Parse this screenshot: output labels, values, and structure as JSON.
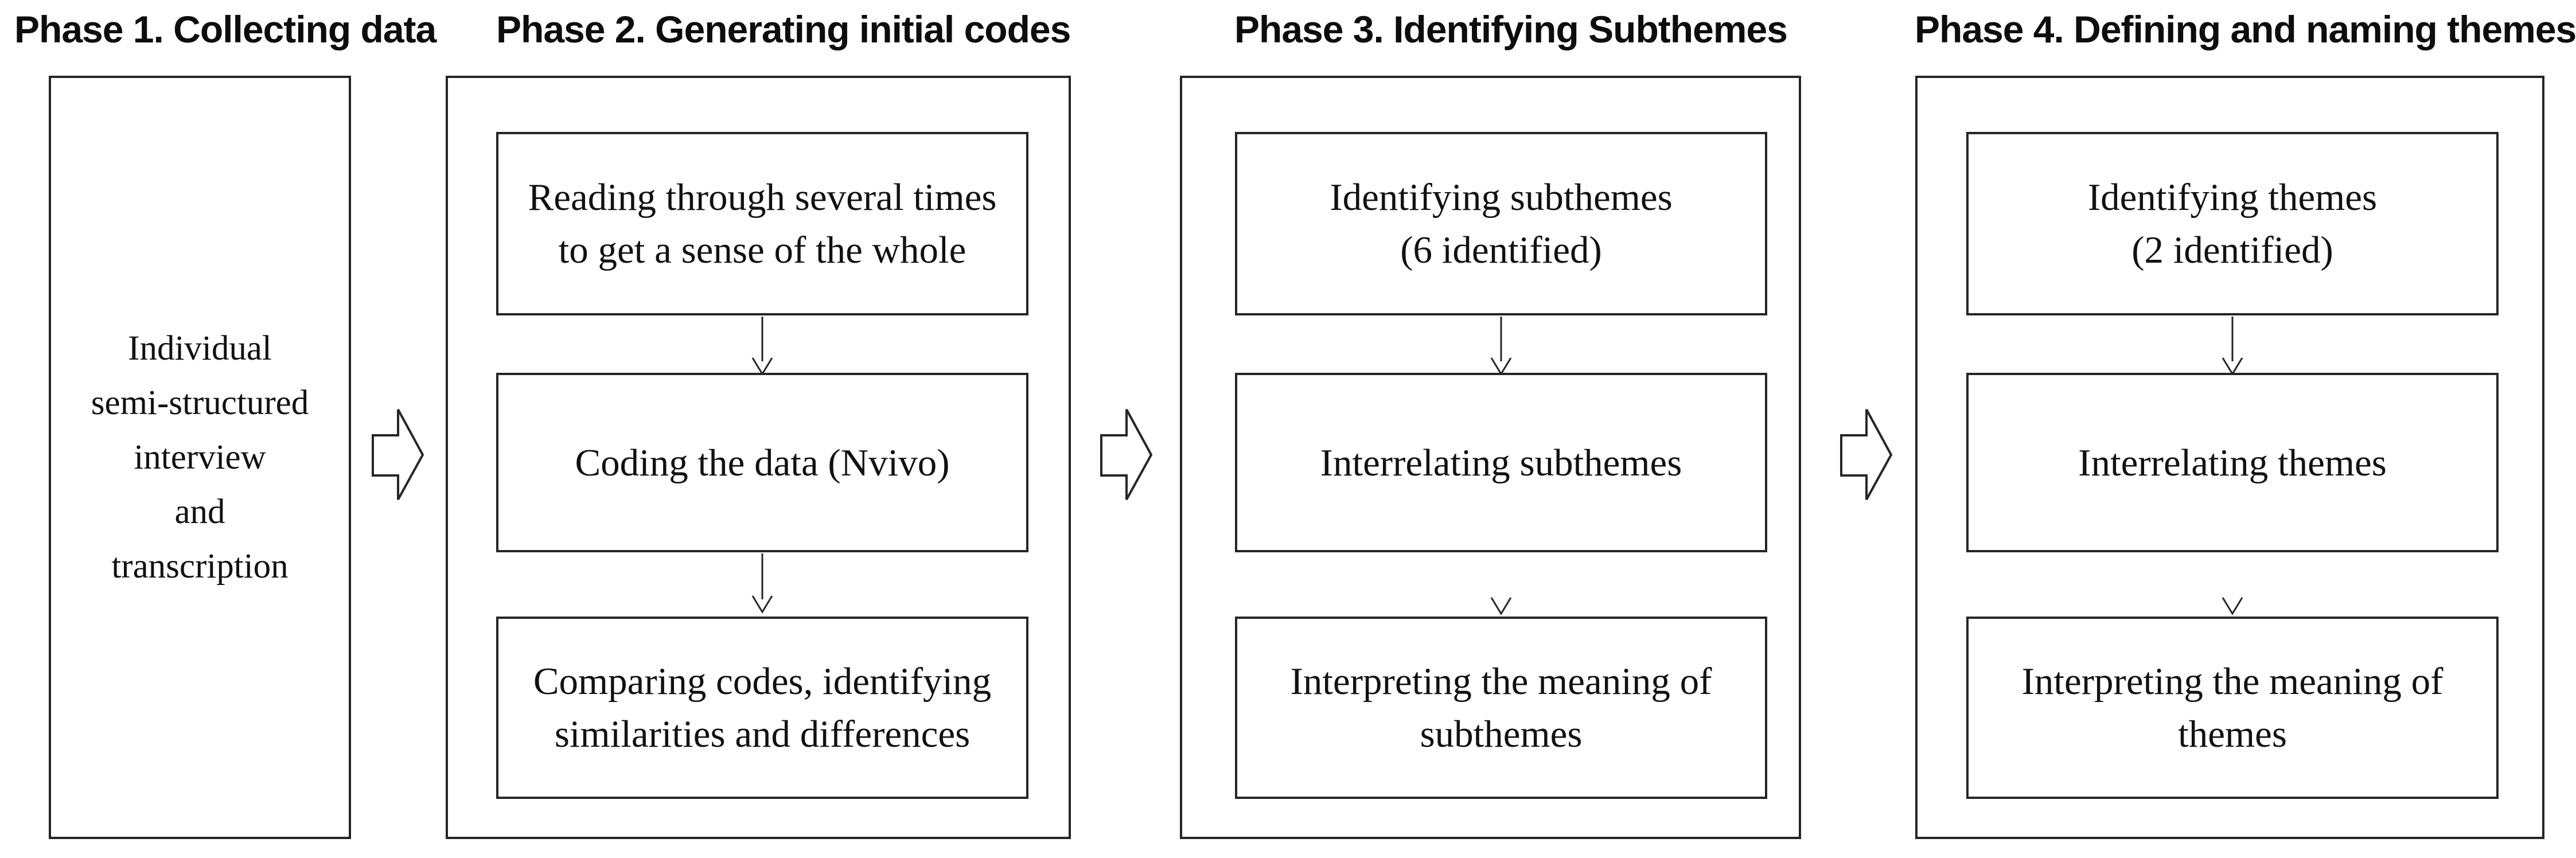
{
  "figure": {
    "description": "Four-phase qualitative thematic analysis process flow diagram",
    "colors": {
      "line": "#262626",
      "text": "#111111",
      "background": "#ffffff"
    },
    "phases": [
      {
        "title": "Phase 1. Collecting data",
        "box_lines": [
          "Individual",
          "semi-structured",
          "interview",
          "and",
          "transcription"
        ]
      },
      {
        "title": "Phase 2. Generating initial codes",
        "boxes": [
          {
            "lines": [
              "Reading through several times",
              "to get a sense of the whole"
            ]
          },
          {
            "lines": [
              "Coding the data (Nvivo)"
            ]
          },
          {
            "lines": [
              "Comparing codes, identifying",
              "similarities and differences"
            ]
          }
        ]
      },
      {
        "title": "Phase 3. Identifying Subthemes",
        "boxes": [
          {
            "lines": [
              "Identifying subthemes",
              "(6 identified)"
            ]
          },
          {
            "lines": [
              "Interrelating subthemes"
            ]
          },
          {
            "lines": [
              "Interpreting the meaning of",
              "subthemes"
            ]
          }
        ]
      },
      {
        "title": "Phase 4. Defining and naming themes",
        "boxes": [
          {
            "lines": [
              "Identifying themes",
              "(2 identified)"
            ]
          },
          {
            "lines": [
              "Interrelating themes"
            ]
          },
          {
            "lines": [
              "Interpreting the meaning of",
              "themes"
            ]
          }
        ]
      }
    ]
  }
}
